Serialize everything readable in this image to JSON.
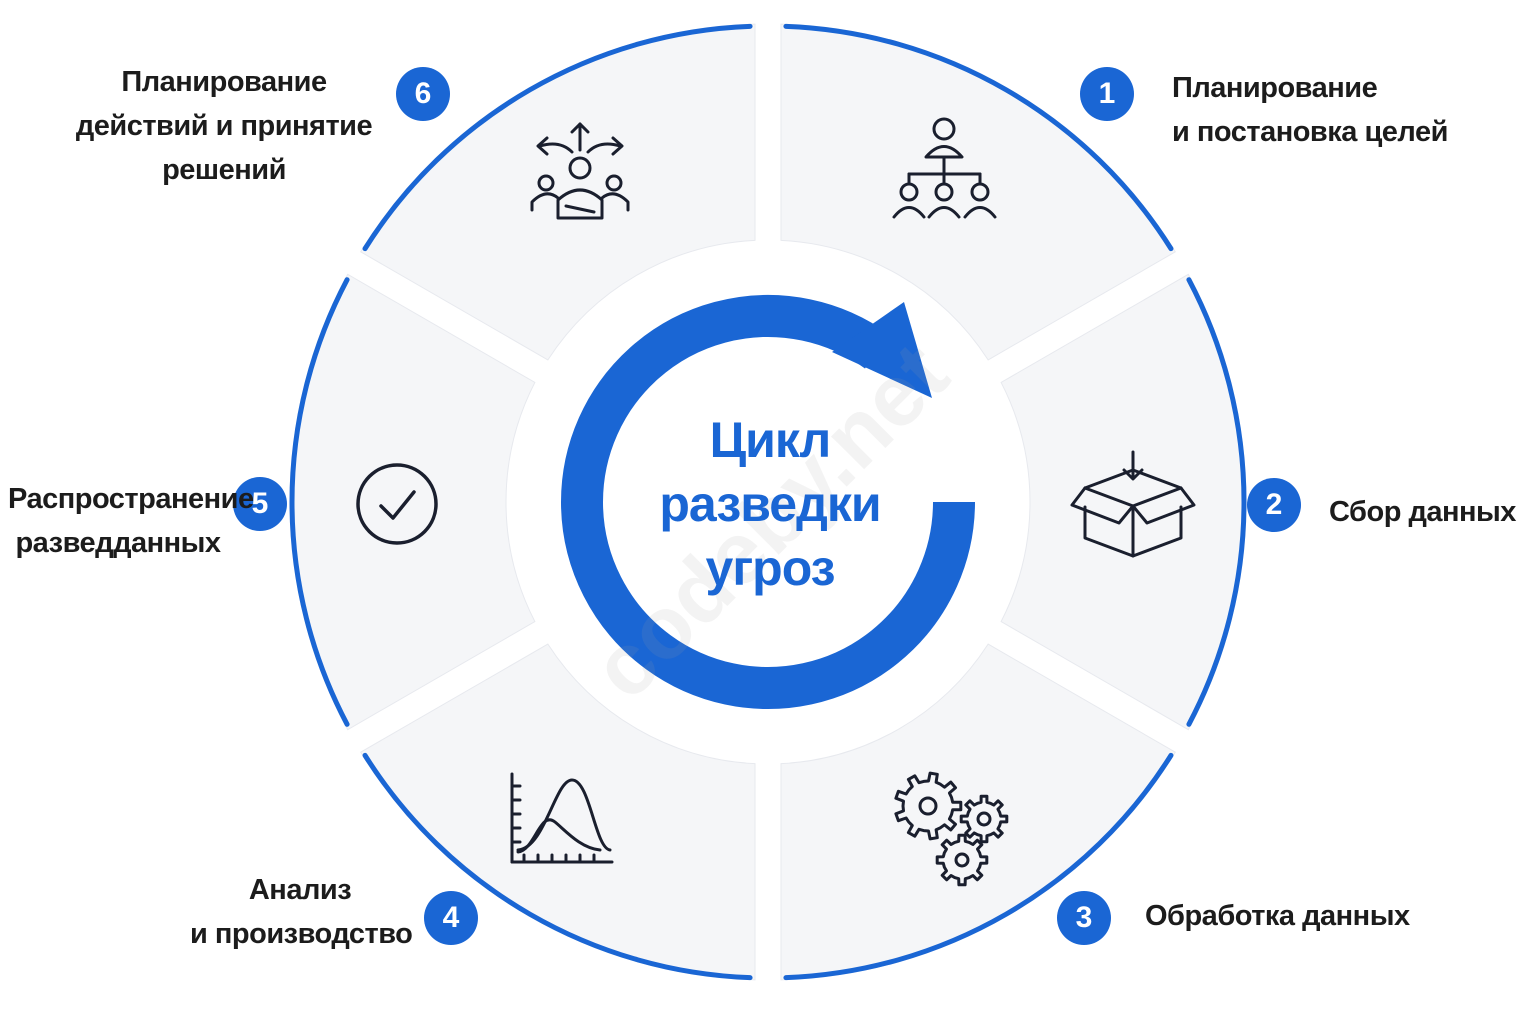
{
  "colors": {
    "accent": "#1a66d4",
    "segment_fill": "#f5f6f8",
    "text": "#1c1c1c",
    "icon_stroke": "#1a1f2e"
  },
  "center": {
    "title_lines": [
      "Цикл",
      "разведки",
      "угроз"
    ]
  },
  "watermark": "codeby.net",
  "steps": [
    {
      "number": "1",
      "lines": [
        "Планирование",
        "и постановка целей"
      ],
      "icon": "org-chart-icon"
    },
    {
      "number": "2",
      "lines": [
        "Сбор данных"
      ],
      "icon": "box-download-icon"
    },
    {
      "number": "3",
      "lines": [
        "Обработка данных"
      ],
      "icon": "gears-icon"
    },
    {
      "number": "4",
      "lines": [
        "Анализ",
        "и производство"
      ],
      "icon": "distribution-chart-icon"
    },
    {
      "number": "5",
      "lines": [
        "Распространение",
        "разведданных"
      ],
      "icon": "check-circle-icon"
    },
    {
      "number": "6",
      "lines": [
        "Планирование",
        "действий и принятие",
        "решений"
      ],
      "icon": "decision-arrows-icon"
    }
  ]
}
